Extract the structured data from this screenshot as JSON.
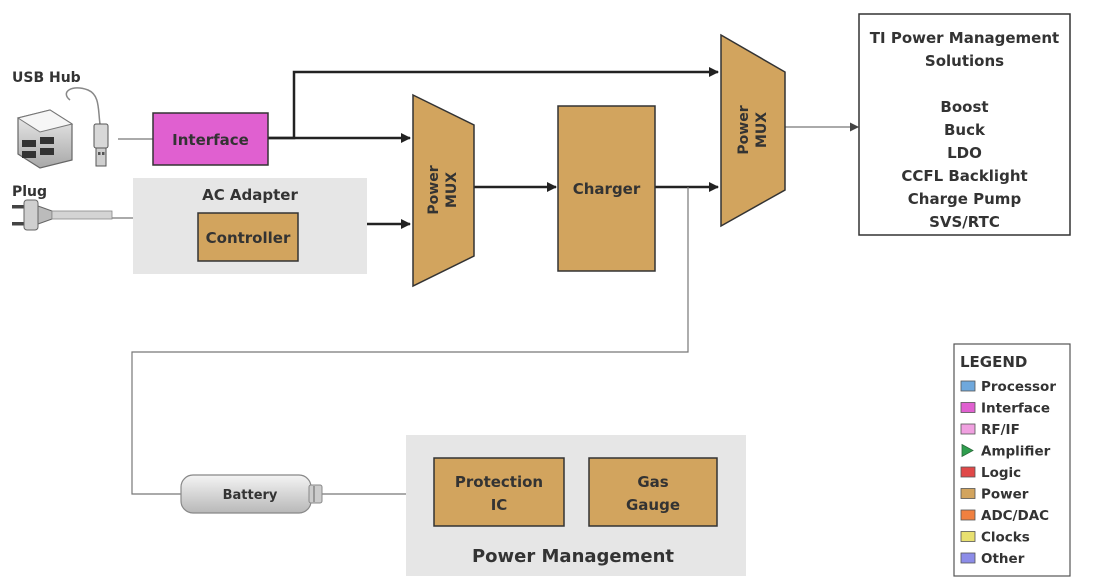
{
  "labels": {
    "usb_hub": "USB Hub",
    "plug": "Plug",
    "ac_adapter": "AC Adapter",
    "battery": "Battery",
    "power_management": "Power Management"
  },
  "blocks": {
    "interface": "Interface",
    "controller": "Controller",
    "mux1_line1": "Power",
    "mux1_line2": "MUX",
    "charger": "Charger",
    "mux2_line1": "Power",
    "mux2_line2": "MUX",
    "protection_line1": "Protection",
    "protection_line2": "IC",
    "gas_line1": "Gas",
    "gas_line2": "Gauge"
  },
  "solutions": {
    "title_line1": "TI Power Management",
    "title_line2": "Solutions",
    "items": [
      "Boost",
      "Buck",
      "LDO",
      "CCFL Backlight",
      "Charge Pump",
      "SVS/RTC"
    ]
  },
  "legend": {
    "title": "LEGEND",
    "items": [
      {
        "label": "Processor",
        "color": "#6FA8DC"
      },
      {
        "label": "Interface",
        "color": "#E060D0"
      },
      {
        "label": "RF/IF",
        "color": "#F0A0E0"
      },
      {
        "label": "Amplifier",
        "color": "#2E9E4E"
      },
      {
        "label": "Logic",
        "color": "#E04848"
      },
      {
        "label": "Power",
        "color": "#D2A45E"
      },
      {
        "label": "ADC/DAC",
        "color": "#F08040"
      },
      {
        "label": "Clocks",
        "color": "#E8E070"
      },
      {
        "label": "Other",
        "color": "#8C8CE8"
      }
    ]
  },
  "colors": {
    "power": "#D2A45E",
    "interface": "#E060D0",
    "panel": "#E6E6E6"
  }
}
